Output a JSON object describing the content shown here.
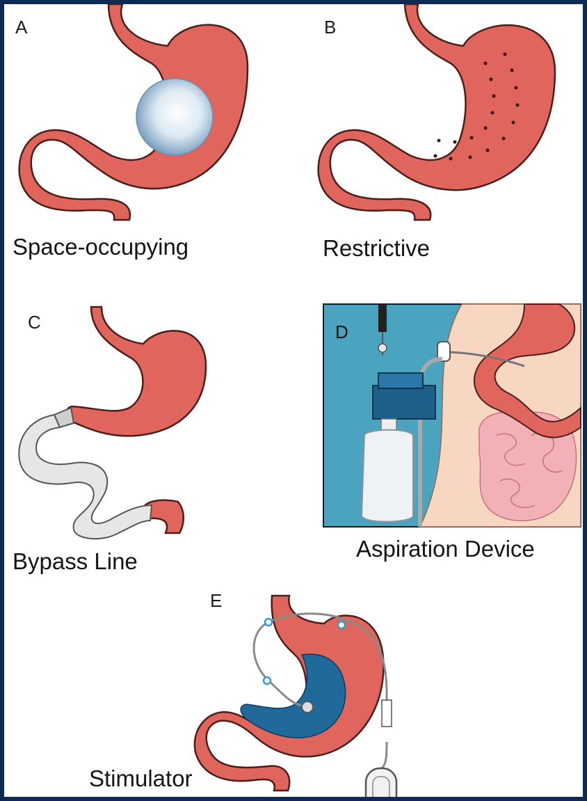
{
  "panels": [
    {
      "letter": "A",
      "caption": "Space-occupying"
    },
    {
      "letter": "B",
      "caption": "Restrictive"
    },
    {
      "letter": "C",
      "caption": "Bypass Line"
    },
    {
      "letter": "D",
      "caption": "Aspiration Device"
    },
    {
      "letter": "E",
      "caption": "Stimulator"
    }
  ],
  "colors": {
    "stomach": "#e0655c",
    "stomach_outline": "#4a1f1a",
    "bypass_liner": "#e6e6e6",
    "stimulator_fill": "#1f6a9a",
    "aspiration_bg": "#4aa3bf",
    "skin": "#f7d7c2",
    "intestine": "#f2b1b6",
    "frame_border": "#0b2b55"
  },
  "icons": [
    "stomach-illustration",
    "balloon-icon",
    "suture-dots-icon",
    "bypass-liner-icon",
    "aspiration-bottle-icon",
    "electrode-icon",
    "pulse-generator-icon"
  ]
}
